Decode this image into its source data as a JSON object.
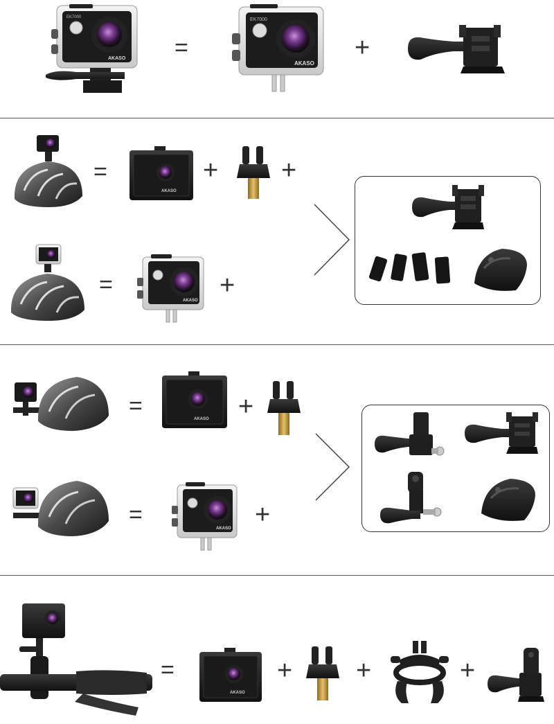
{
  "brand": "AKASO",
  "model": "EK7000",
  "operators": {
    "equals": "=",
    "plus": "+"
  },
  "sections": [
    {
      "id": "waterproof-case-setup",
      "items": [
        "camera-in-waterproof-case-with-mount",
        "waterproof-case",
        "quick-release-buckle"
      ]
    },
    {
      "id": "helmet-top-setup",
      "items": [
        "helmet-with-camera-frame",
        "camera-in-frame",
        "frame-adapter",
        "helmet-with-waterproof-case",
        "waterproof-case",
        "quick-release-buckle",
        "velcro-straps",
        "curved-adhesive-mount"
      ]
    },
    {
      "id": "helmet-side-setup",
      "items": [
        "helmet-side-with-camera-frame",
        "camera-in-frame",
        "frame-adapter",
        "helmet-side-with-waterproof-case",
        "waterproof-case",
        "j-hook-buckle",
        "quick-release-buckle",
        "extension-arm",
        "curved-adhesive-mount"
      ]
    },
    {
      "id": "handlebar-setup",
      "items": [
        "handlebar-with-camera",
        "camera-in-frame",
        "frame-adapter",
        "handlebar-mount",
        "j-hook-buckle"
      ]
    }
  ],
  "colors": {
    "divider": "#555555",
    "accent_lens": "#8a4fa0",
    "brass": "#c9a24a",
    "mount_black": "#1e1e1e"
  }
}
